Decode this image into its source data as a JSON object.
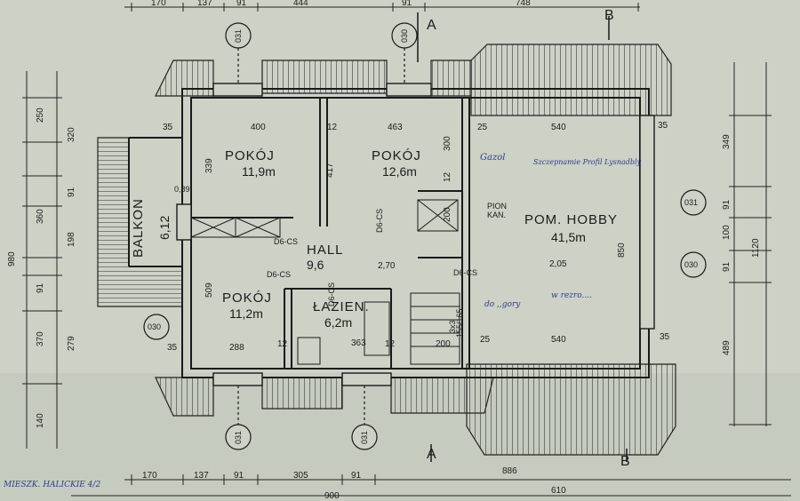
{
  "dims_top": {
    "a": "170",
    "b": "137",
    "c": "91",
    "d": "444",
    "e": "91",
    "f": "748"
  },
  "dims_bottom": {
    "a": "170",
    "b": "137",
    "c": "91",
    "d": "305",
    "e": "91",
    "f": "886",
    "g": "610",
    "total": "900",
    "note": "MIESZK. HALICKIE 4/2"
  },
  "dims_left": {
    "a": "250",
    "b": "320",
    "c": "360",
    "d": "91",
    "e": "198",
    "f": "91",
    "g": "370",
    "h": "279",
    "i": "140",
    "total": "980"
  },
  "dims_right": {
    "a": "349",
    "b": "91",
    "c": "100",
    "d": "91",
    "e": "489",
    "total": "1120",
    "f": "850"
  },
  "inner_dims": {
    "w1": "400",
    "w2": "463",
    "w3": "540",
    "w4": "540",
    "w5": "363",
    "w6": "288",
    "w7": "25",
    "w8": "25",
    "w9": "35",
    "w10": "35",
    "w11": "35",
    "w12": "35",
    "w13": "12",
    "w14": "12",
    "w15": "12",
    "w16": "12",
    "w17": "200",
    "w18": "200",
    "w19": "300",
    "w20": "339",
    "w21": "509",
    "w22": "417",
    "w23": "0,89",
    "w24": "155/165",
    "w25": "D6-CS",
    "w26": "D6-CS",
    "w27": "D6-CS",
    "w28": "D6-CS",
    "w29": "D6-CS",
    "w30": "2,70",
    "w31": "2,05",
    "w32": "3x3"
  },
  "rooms": [
    {
      "name": "POKÓJ",
      "area": "11,9m"
    },
    {
      "name": "POKÓJ",
      "area": "12,6m"
    },
    {
      "name": "POM. HOBBY",
      "area": "41,5m"
    },
    {
      "name": "HALL",
      "area": "9,6"
    },
    {
      "name": "POKÓJ",
      "area": "11,2m"
    },
    {
      "name": "ŁAZIEN.",
      "area": "6,2m"
    },
    {
      "name": "BALKON",
      "area": "6,12"
    }
  ],
  "markers": [
    "031",
    "030",
    "031",
    "030",
    "030",
    "031",
    "031"
  ],
  "sections": {
    "a": "A",
    "b": "B"
  },
  "labels": {
    "pion": "PION",
    "kan": "KAN."
  },
  "handwriting": [
    "Gazol",
    "Szczepnamie Profil Lysnadbly",
    "do ,,gory",
    "w rezro...."
  ]
}
